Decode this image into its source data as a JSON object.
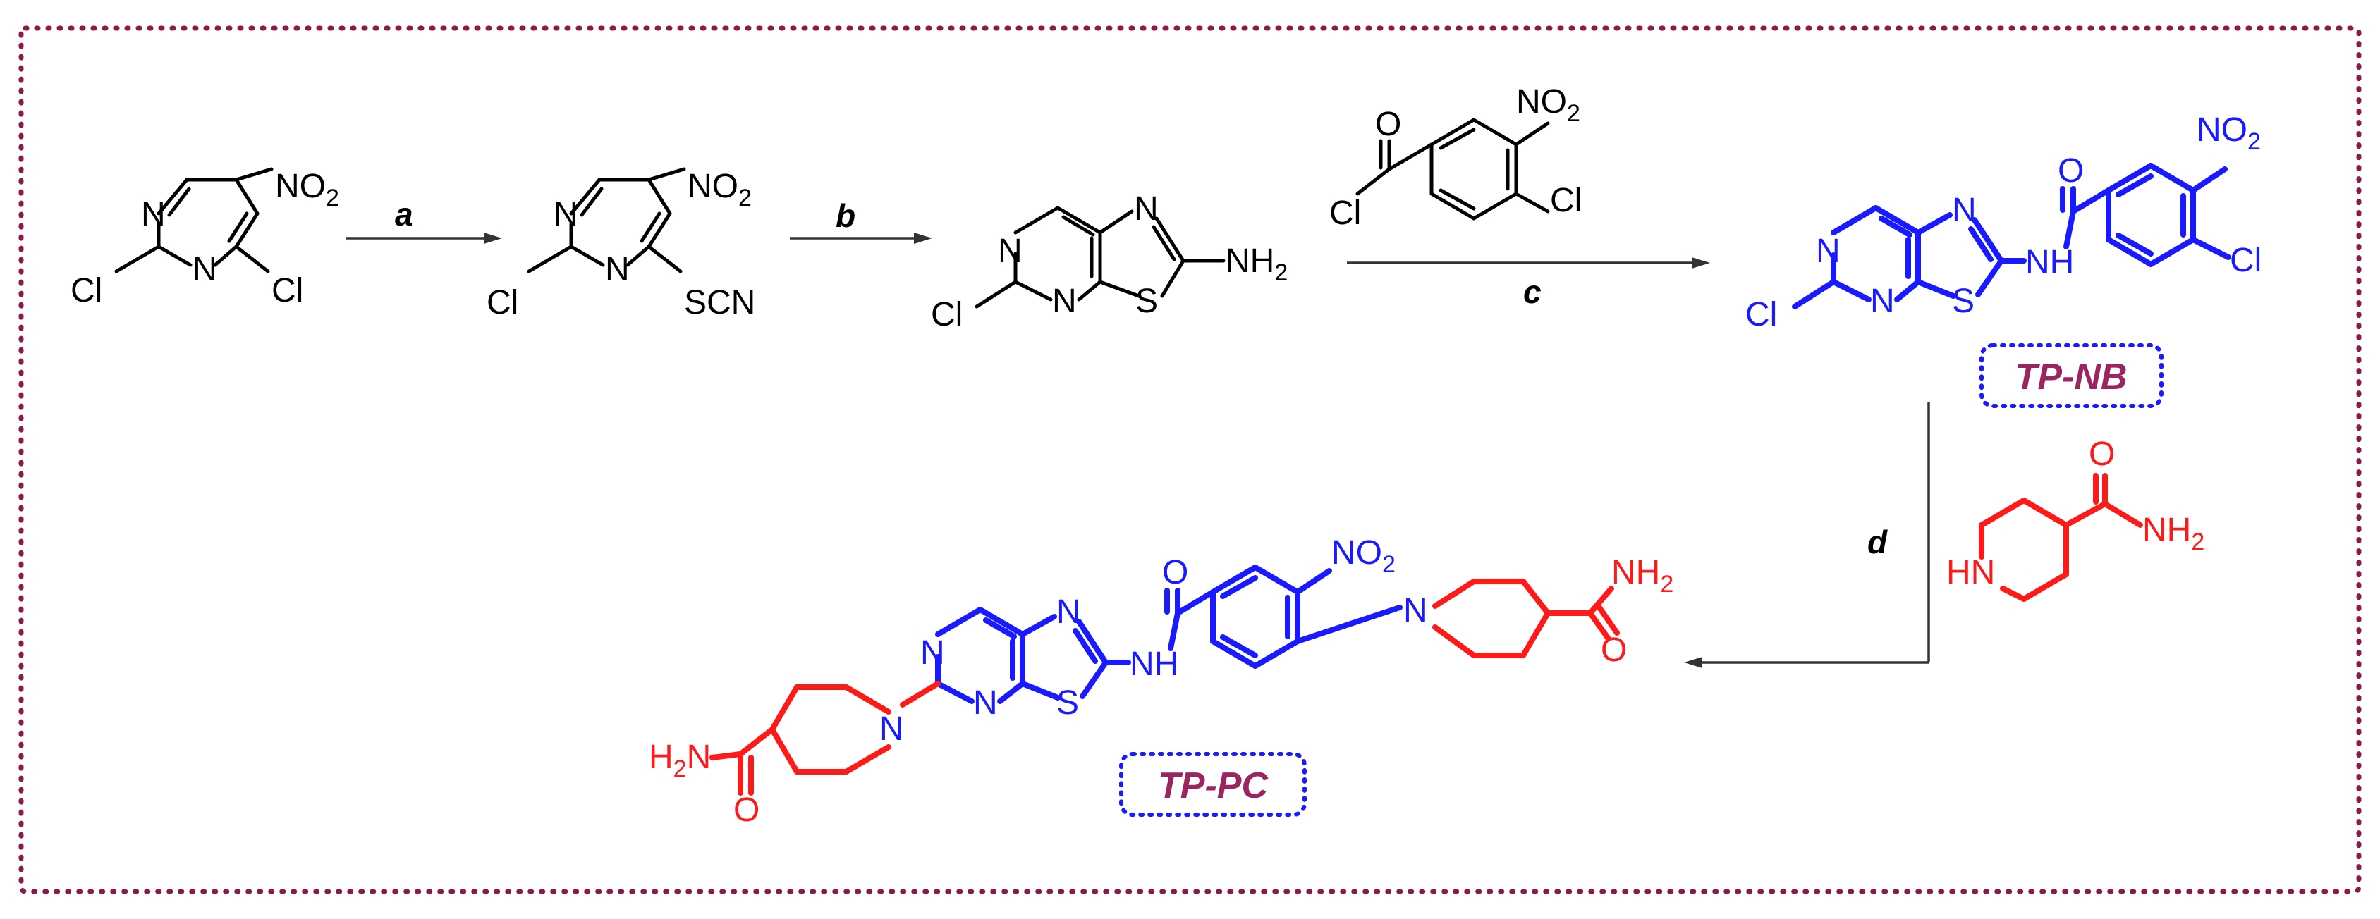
{
  "colors": {
    "border": "#8b1a4a",
    "label_box": "#1a1aff",
    "compound_label": "#9b2560",
    "fragment_black": "#000000",
    "fragment_blue": "#1a1aff",
    "fragment_red": "#ff1a1a"
  },
  "steps": {
    "a": "a",
    "b": "b",
    "c": "c",
    "d": "d"
  },
  "compounds": {
    "tp_nb": "TP-NB",
    "tp_pc": "TP-PC"
  },
  "atoms": {
    "N": "N",
    "Cl": "Cl",
    "S": "S",
    "O": "O",
    "NO": "NO",
    "two": "2",
    "NH": "NH",
    "H": "H",
    "HN": "HN",
    "SCN": "SCN",
    "H2N_H": "H",
    "H2N_N": "N"
  }
}
